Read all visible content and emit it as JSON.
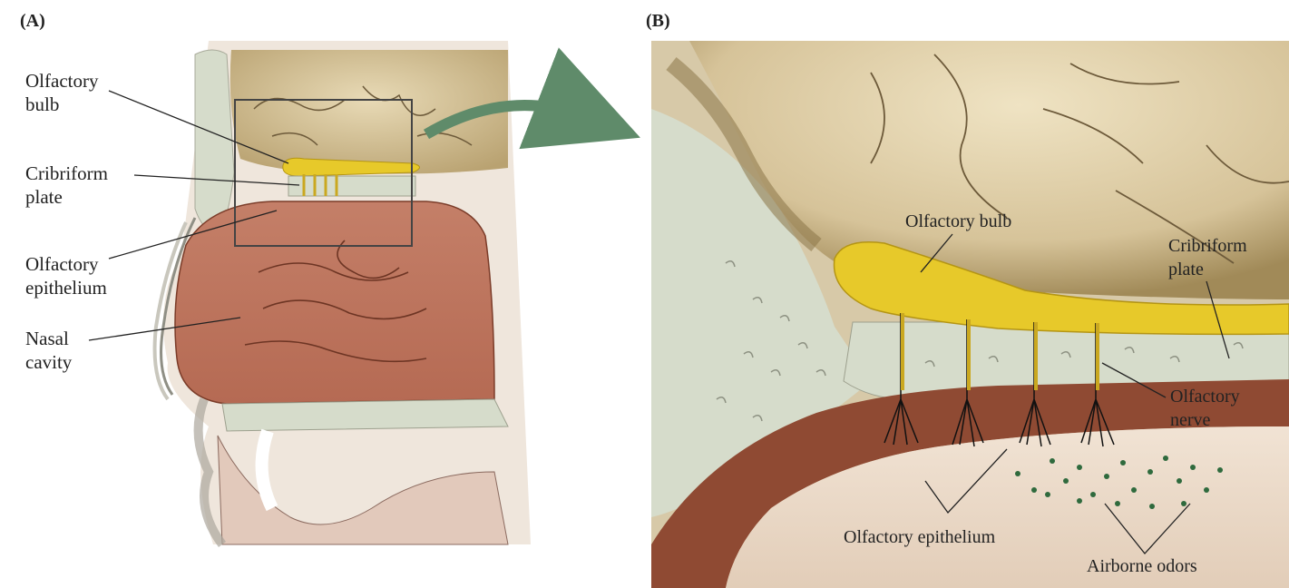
{
  "panels": {
    "A": {
      "letter": "(A)",
      "labels": {
        "olfactory_bulb": [
          "Olfactory",
          "bulb"
        ],
        "cribriform_plate": [
          "Cribriform",
          "plate"
        ],
        "olfactory_epithelium": [
          "Olfactory",
          "epithelium"
        ],
        "nasal_cavity": [
          "Nasal",
          "cavity"
        ]
      }
    },
    "B": {
      "letter": "(B)",
      "labels": {
        "olfactory_bulb": "Olfactory bulb",
        "cribriform_plate": [
          "Cribriform",
          "plate"
        ],
        "olfactory_nerve": [
          "Olfactory",
          "nerve"
        ],
        "olfactory_epithelium": "Olfactory epithelium",
        "airborne_odors": "Airborne odors"
      }
    }
  },
  "colors": {
    "brain": "#d8c7a0",
    "brain_dark": "#9c8656",
    "bulb": "#e7c92a",
    "bone": "#d6dccb",
    "cavity_tissue": "#b8705a",
    "cavity_dark": "#8f4a33",
    "nasal_floor": "#e8d7c7",
    "arrow": "#5f8b6a",
    "odor_dots": "#2f6a3d",
    "neuron": "#111111"
  }
}
